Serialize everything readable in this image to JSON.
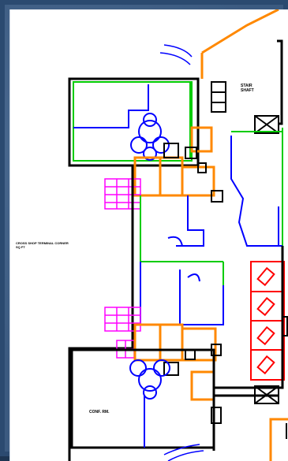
{
  "plan": {
    "labels": {
      "upper_right_room": "STAIR\nSHAFT",
      "left_area_note": "CROSS SHOP TERMINAL CORNER\nSQ FT",
      "lower_left_room": "CONF. RM."
    },
    "colors": {
      "background": "#2b4a70",
      "sheet": "#ffffff",
      "exterior_wall": "#000000",
      "partition_wall": "#0000ff",
      "dimension_green": "#00cc00",
      "door_orange": "#ff8800",
      "fixture_magenta": "#ff00ff",
      "equipment_red": "#ff0000",
      "stair_black": "#000000"
    }
  }
}
